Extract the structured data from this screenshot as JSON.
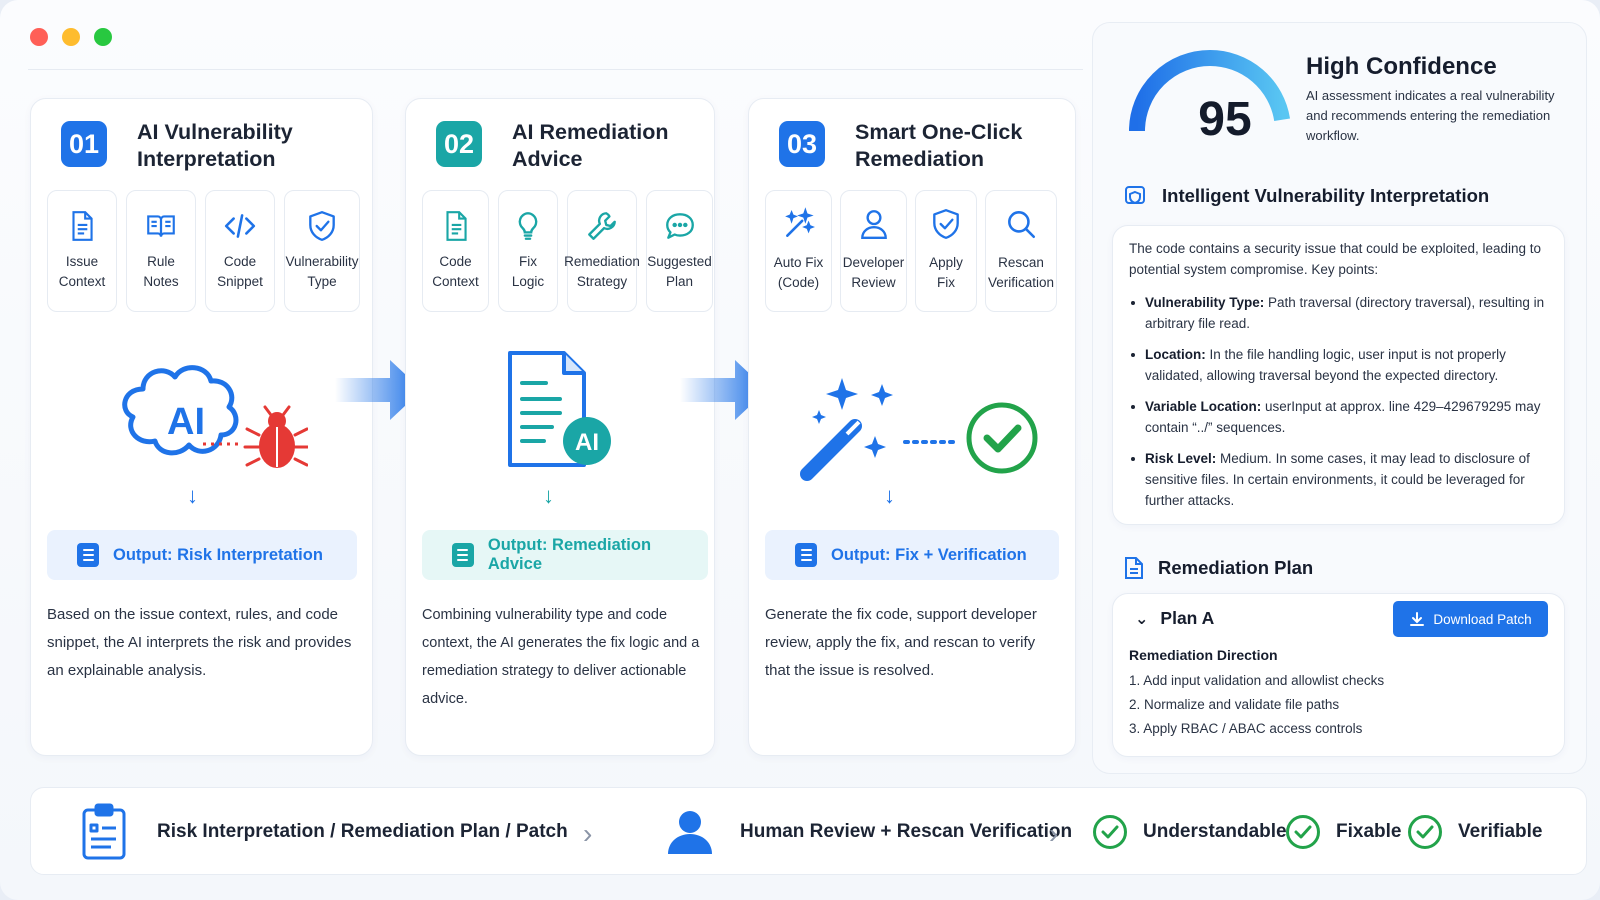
{
  "colors": {
    "blue": "#1f73e8",
    "teal": "#1aa6a6",
    "green": "#22a34a",
    "red": "#e53935",
    "dot_red": "#ff5f57",
    "dot_yellow": "#febc2e",
    "dot_green": "#28c840"
  },
  "steps": [
    {
      "number": "01",
      "title": "AI Vulnerability\nInterpretation",
      "chips": [
        {
          "icon": "document-icon",
          "label": "Issue\nContext"
        },
        {
          "icon": "book-icon",
          "label": "Rule\nNotes"
        },
        {
          "icon": "code-icon",
          "label": "Code\nSnippet"
        },
        {
          "icon": "shield-icon",
          "label": "Vulnerability\nType"
        }
      ],
      "hero_text": "AI",
      "output": "Output: Risk Interpretation",
      "description": "Based on the issue context, rules, and code snippet, the AI interprets the risk and provides an explainable analysis."
    },
    {
      "number": "02",
      "title": "AI Remediation\nAdvice",
      "chips": [
        {
          "icon": "document-icon",
          "label": "Code\nContext"
        },
        {
          "icon": "lightbulb-icon",
          "label": "Fix\nLogic"
        },
        {
          "icon": "wrench-icon",
          "label": "Remediation\nStrategy"
        },
        {
          "icon": "chat-icon",
          "label": "Suggested\nPlan"
        }
      ],
      "hero_text": "AI",
      "output": "Output: Remediation Advice",
      "description": "Combining vulnerability type and code context, the AI generates the fix logic and a remediation strategy to deliver actionable advice."
    },
    {
      "number": "03",
      "title": "Smart One-Click\nRemediation",
      "chips": [
        {
          "icon": "magic-wand-icon",
          "label": "Auto Fix\n(Code)"
        },
        {
          "icon": "user-icon",
          "label": "Developer\nReview"
        },
        {
          "icon": "shield-check-icon",
          "label": "Apply\nFix"
        },
        {
          "icon": "search-icon",
          "label": "Rescan\nVerification"
        }
      ],
      "output": "Output: Fix + Verification",
      "description": "Generate the fix code, support developer review, apply the fix, and rescan to verify that the issue is resolved."
    }
  ],
  "confidence": {
    "value": "95",
    "level": 0.95,
    "title": "High Confidence",
    "text": "AI assessment indicates a real vulnerability and recommends entering the remediation workflow."
  },
  "interpretation": {
    "title": "Intelligent Vulnerability Interpretation",
    "intro": "The code contains a security issue that could be exploited, leading to potential system compromise. Key points:",
    "points": [
      {
        "label": "Vulnerability Type:",
        "text": " Path traversal (directory traversal), resulting in arbitrary file read."
      },
      {
        "label": "Location:",
        "text": " In the file handling logic, user input is not properly validated, allowing traversal beyond the expected directory."
      },
      {
        "label": "Variable Location:",
        "text": " userInput at approx. line 429–429679295 may contain “../” sequences."
      },
      {
        "label": "Risk Level:",
        "text": " Medium. In some cases, it may lead to disclosure of sensitive files. In certain environments, it could be leveraged for further attacks."
      }
    ]
  },
  "plan": {
    "title": "Remediation Plan",
    "plan_name": "Plan A",
    "download_label": "Download Patch",
    "direction_title": "Remediation Direction",
    "items": [
      "1.  Add input validation and allowlist checks",
      "2.  Normalize and validate file paths",
      "3.  Apply RBAC / ABAC access controls"
    ]
  },
  "bottom_bar": {
    "deliverables": "Risk Interpretation / Remediation Plan / Patch",
    "review": "Human Review + Rescan Verification",
    "outcomes": [
      "Understandable",
      "Fixable",
      "Verifiable"
    ]
  }
}
